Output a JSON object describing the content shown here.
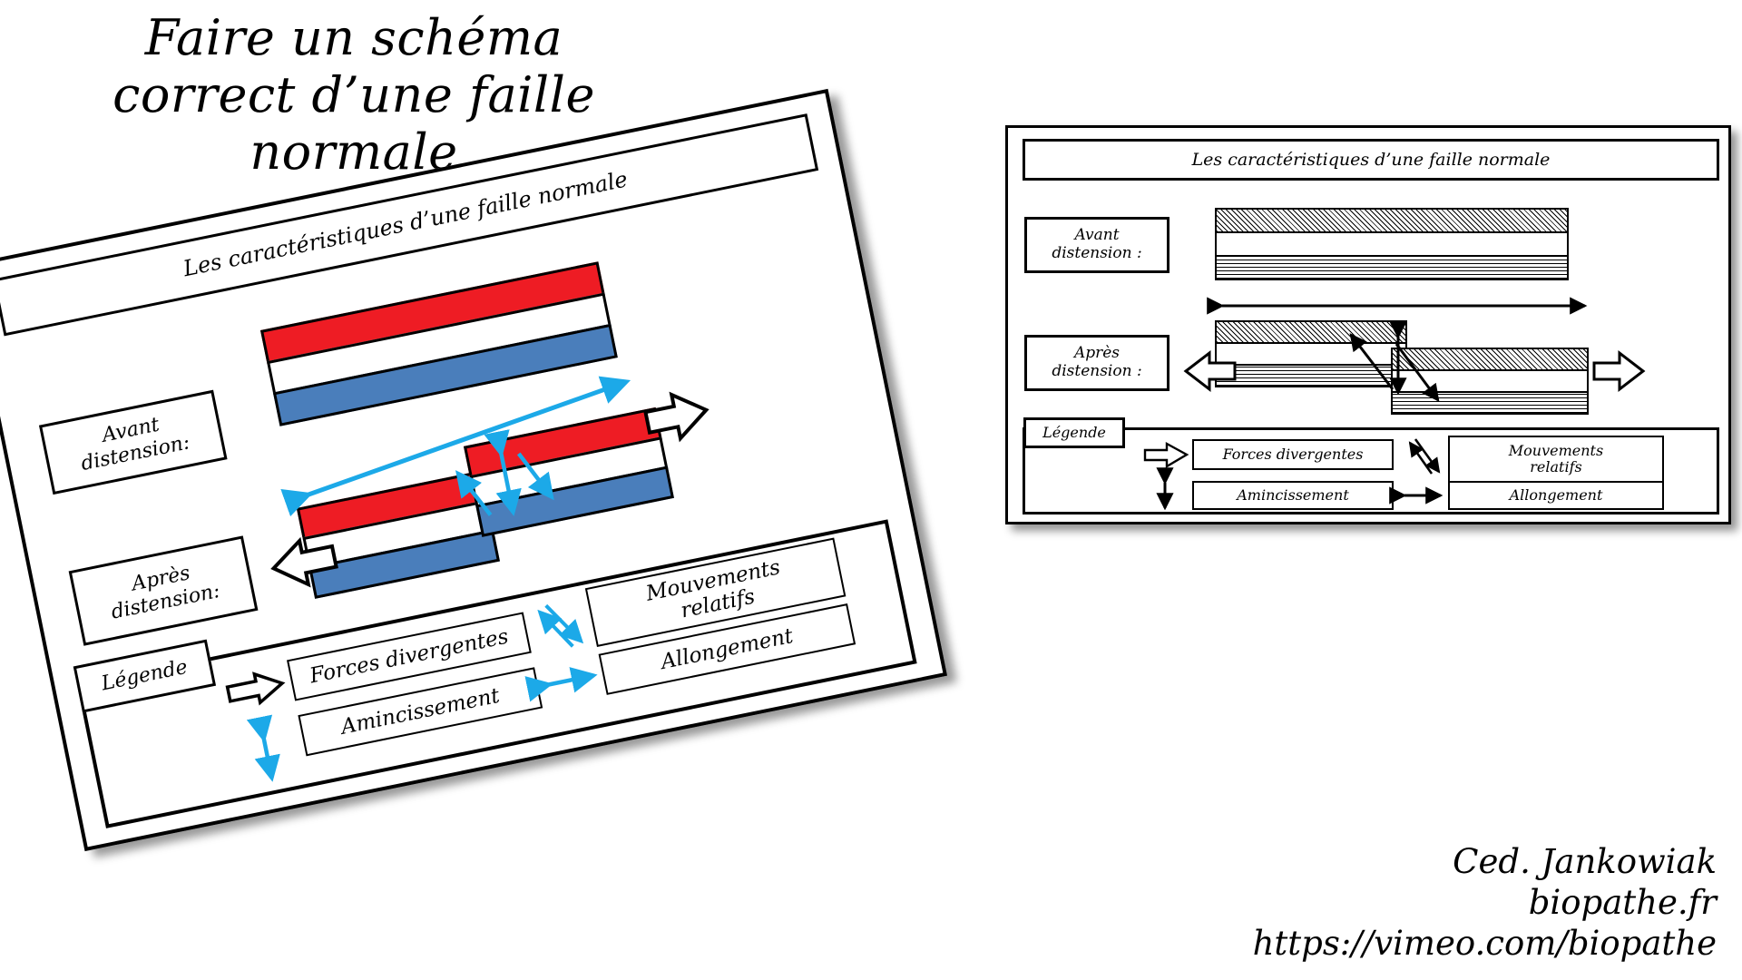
{
  "title": {
    "line1": "Faire un schéma",
    "line2": "correct d’une faille",
    "line3": "normale"
  },
  "credits": {
    "author": "Ced. Jankowiak",
    "site": "biopathe.fr",
    "video_url": "https://vimeo.com/biopathe"
  },
  "colors": {
    "upper_layer_red": "#EE1C24",
    "lower_layer_blue": "#4A7EBB",
    "arrow_cyan": "#1CA9E8",
    "outline_black": "#000000",
    "background_white": "#FFFFFF"
  },
  "color_panel": {
    "title": "Les caractéristiques d’une faille normale",
    "before_label": "Avant\ndistension:",
    "before_label_l1": "Avant",
    "before_label_l2": "distension:",
    "after_label_l1": "Après",
    "after_label_l2": "distension:",
    "legend": {
      "heading": "Légende",
      "items": [
        {
          "key": "forces",
          "label": "Forces divergentes",
          "symbol": "open-arrow-right-black"
        },
        {
          "key": "mouvements",
          "label": "Mouvements\nrelatifs",
          "label_l1": "Mouvements",
          "label_l2": "relatifs",
          "symbol": "double-oblique-arrows-cyan"
        },
        {
          "key": "amincissement",
          "label": "Amincissement",
          "symbol": "vertical-double-arrow-cyan"
        },
        {
          "key": "allongement",
          "label": "Allongement",
          "symbol": "horizontal-double-arrow-cyan"
        }
      ]
    },
    "strata": {
      "top_layer": "red",
      "middle_layer": "white",
      "bottom_layer": "blue"
    }
  },
  "bw_panel": {
    "title": "Les caractéristiques d’une faille normale",
    "before_label_l1": "Avant",
    "before_label_l2": "distension :",
    "after_label_l1": "Après",
    "after_label_l2": "distension :",
    "legend": {
      "heading": "Légende",
      "items": [
        {
          "key": "forces",
          "label": "Forces  divergentes",
          "symbol": "open-arrow-right-black"
        },
        {
          "key": "mouvements",
          "label": "Mouvements\nrelatifs",
          "label_l1": "Mouvements",
          "label_l2": "relatifs",
          "symbol": "double-oblique-arrows-black"
        },
        {
          "key": "amincissement",
          "label": "Amincissement",
          "symbol": "vertical-double-arrow-black"
        },
        {
          "key": "allongement",
          "label": "Allongement",
          "symbol": "horizontal-double-arrow-black"
        }
      ]
    },
    "strata": {
      "top_layer": "diagonal-hatch",
      "middle_layer": "white",
      "bottom_layer": "grid-hatch"
    }
  }
}
